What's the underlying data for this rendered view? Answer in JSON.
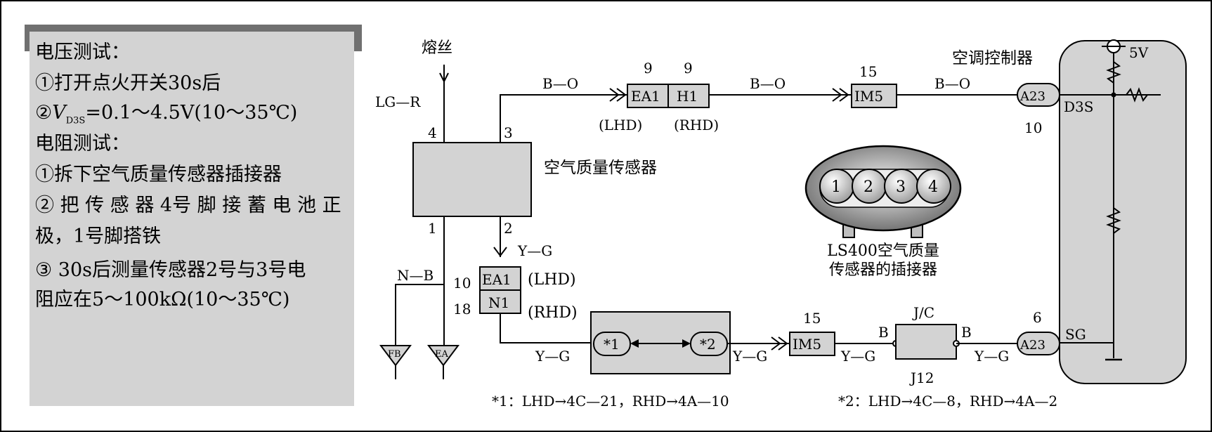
{
  "notes": {
    "voltage_heading": "电压测试：",
    "voltage_1": "①打开点火开关30s后",
    "voltage_2_prefix": "②",
    "voltage_2_var": "V",
    "voltage_2_sub": "D3S",
    "voltage_2_rest": "=0.1～4.5V(10～35℃)",
    "resistance_heading": "电阻测试：",
    "resistance_1": "①拆下空气质量传感器插接器",
    "resistance_2a": "② 把 传 感 器 4号 脚 接 蓄 电 池 正",
    "resistance_2b": "极，1号脚搭铁",
    "resistance_3a": "③ 30s后测量传感器2号与3号电",
    "resistance_3b": "阻应在5～100kΩ(10～35℃)"
  },
  "diagram": {
    "fuse_label": "熔丝",
    "lg_r": "LG—R",
    "pin4": "4",
    "pin3": "3",
    "pin1": "1",
    "pin2": "2",
    "sensor_label": "空气质量传感器",
    "b_o_1": "B—O",
    "b_o_2": "B—O",
    "b_o_3": "B—O",
    "ea1_top_pin": "9",
    "h1_pin": "9",
    "ea1_top": "EA1",
    "h1": "H1",
    "lhd_1": "(LHD)",
    "rhd_1": "(RHD)",
    "im5_top_pin": "15",
    "im5_top": "IM5",
    "ac_controller": "空调控制器",
    "a23_top": "A23",
    "d3s": "D3S",
    "a23_top_pin": "10",
    "v5": "5V",
    "y_g_1": "Y—G",
    "n_b": "N—B",
    "ea1_bottom_pin": "10",
    "n1_pin": "18",
    "ea1_bottom": "EA1",
    "n1": "N1",
    "lhd_2": "(LHD)",
    "rhd_2": "(RHD)",
    "fb": "FB",
    "ea": "EA",
    "star1": "*1",
    "star2": "*2",
    "y_g_2": "Y—G",
    "y_g_3": "Y—G",
    "im5_bottom_pin": "15",
    "im5_bottom": "IM5",
    "y_g_4": "Y—G",
    "jc": "J/C",
    "b_left": "B",
    "b_right": "B",
    "j12": "J12",
    "y_g_5": "Y—G",
    "a23_bottom_pin": "6",
    "a23_bottom": "A23",
    "sg": "SG",
    "connector_pins": [
      "1",
      "2",
      "3",
      "4"
    ],
    "connector_caption_1": "LS400空气质量",
    "connector_caption_2": "传感器的插接器",
    "footnote_1": "*1：LHD→4C—21，RHD→4A—10",
    "footnote_2": "*2：LHD→4C—8，RHD→4A—2"
  }
}
